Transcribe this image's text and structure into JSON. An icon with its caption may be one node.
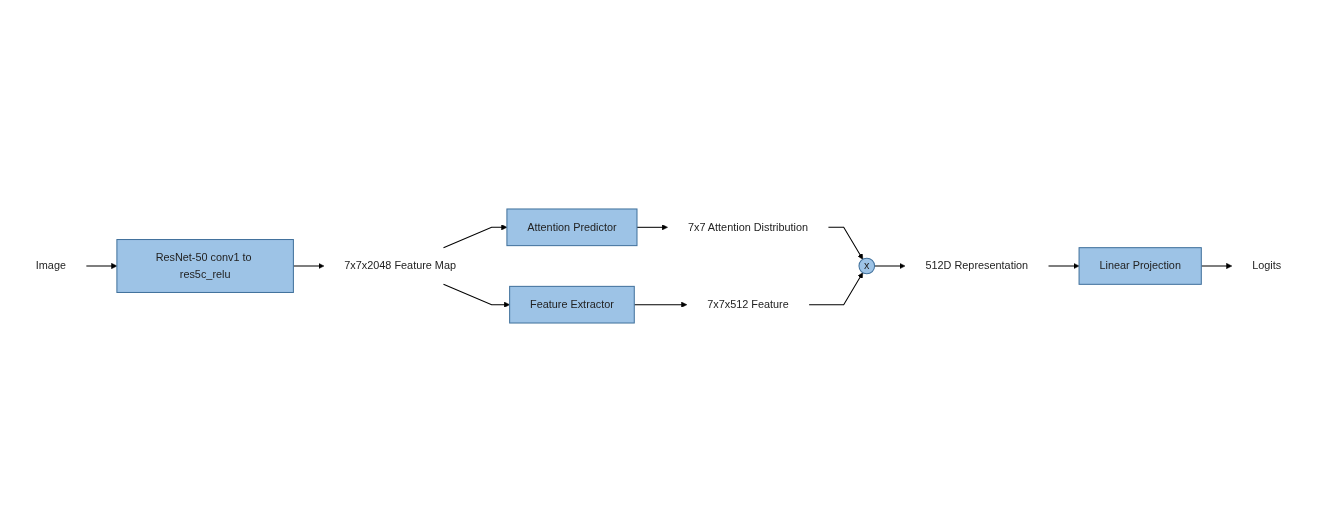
{
  "diagram": {
    "nodes": [
      {
        "text": [
          "Image"
        ]
      },
      {
        "text": [
          "ResNet-50 conv1 to res5c_relu"
        ]
      },
      {
        "text": [
          "7x7x2048 Feature Map"
        ]
      },
      {
        "text": [
          "Attention Predictor"
        ]
      },
      {
        "text": [
          "Feature Extractor"
        ]
      },
      {
        "text": [
          "7x7 Attention Distribution"
        ]
      },
      {
        "text": [
          "7x7x512 Feature"
        ]
      },
      {
        "text": [
          "x"
        ]
      },
      {
        "text": [
          "512D Representation"
        ]
      },
      {
        "text": [
          "Linear Projection"
        ]
      },
      {
        "text": [
          "Logits"
        ]
      }
    ],
    "edges": [
      {
        "from": 0,
        "to": 1,
        "arrow": "to"
      },
      {
        "from": 1,
        "to": 2,
        "arrow": "to"
      },
      {
        "from": 2,
        "to": 3,
        "arrow": "to"
      },
      {
        "from": 2,
        "to": 4,
        "arrow": "to"
      },
      {
        "from": 3,
        "to": 5,
        "arrow": "to"
      },
      {
        "from": 4,
        "to": 6,
        "arrow": "to"
      },
      {
        "from": 5,
        "to": 7,
        "arrow": "to"
      },
      {
        "from": 6,
        "to": 7,
        "arrow": "to"
      },
      {
        "from": 7,
        "to": 8,
        "arrow": "to"
      },
      {
        "from": 8,
        "to": 9,
        "arrow": "to"
      },
      {
        "from": 9,
        "to": 10,
        "arrow": "to"
      }
    ]
  }
}
